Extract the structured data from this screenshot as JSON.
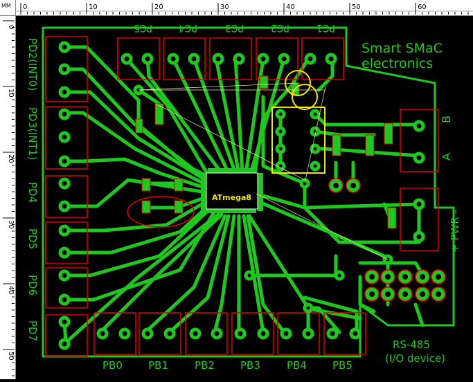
{
  "ruler": {
    "unit": "MM",
    "top_ticks": [
      "0",
      "10",
      "20",
      "30",
      "40",
      "50",
      "60"
    ],
    "left_ticks": [
      "0",
      "10",
      "20",
      "30",
      "40",
      "50"
    ]
  },
  "board": {
    "brand_line1": "Smart SMaC",
    "brand_line2": "electronics",
    "chip_label": "ATmega8",
    "side_labels": [
      "PD2(INT0)",
      "PD3(INT1)",
      "PD4",
      "PD5",
      "PD6",
      "PD7"
    ],
    "top_labels": [
      "PC5",
      "PC4",
      "PC3",
      "PC2",
      "PC1"
    ],
    "bottom_labels": [
      "PB0",
      "PB1",
      "PB2",
      "PB3",
      "PB4",
      "PB5"
    ],
    "right_label_b": "B",
    "right_label_a": "A",
    "pwr_label": "+ PWR -",
    "rs485_line1": "RS-485",
    "rs485_line2": "(I/O device)"
  },
  "colors": {
    "copper": "#1ec81e",
    "silk_red": "#e00000",
    "highlight": "#f0e800",
    "background": "#000000"
  }
}
